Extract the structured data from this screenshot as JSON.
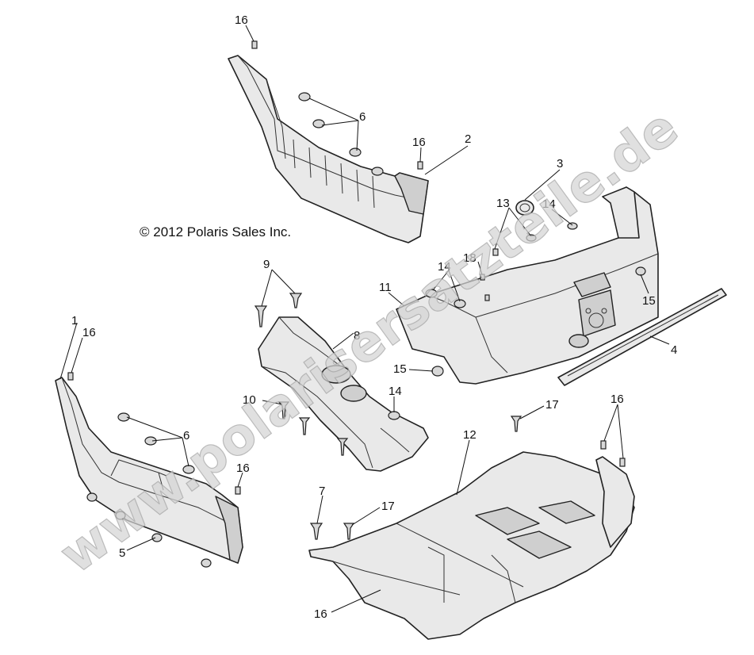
{
  "copyright": "© 2012 Polaris Sales Inc.",
  "watermark": "www.polarisersatzteile.de",
  "callouts": {
    "c1": "1",
    "c2": "2",
    "c3": "3",
    "c4": "4",
    "c5": "5",
    "c6a": "6",
    "c6b": "6",
    "c7": "7",
    "c8": "8",
    "c9": "9",
    "c10": "10",
    "c11": "11",
    "c12": "12",
    "c13": "13",
    "c14a": "14",
    "c14b": "14",
    "c14c": "14",
    "c15a": "15",
    "c15b": "15",
    "c16a": "16",
    "c16b": "16",
    "c16c": "16",
    "c16d": "16",
    "c16e": "16",
    "c16f": "16",
    "c17a": "17",
    "c17b": "17",
    "c18": "18"
  }
}
